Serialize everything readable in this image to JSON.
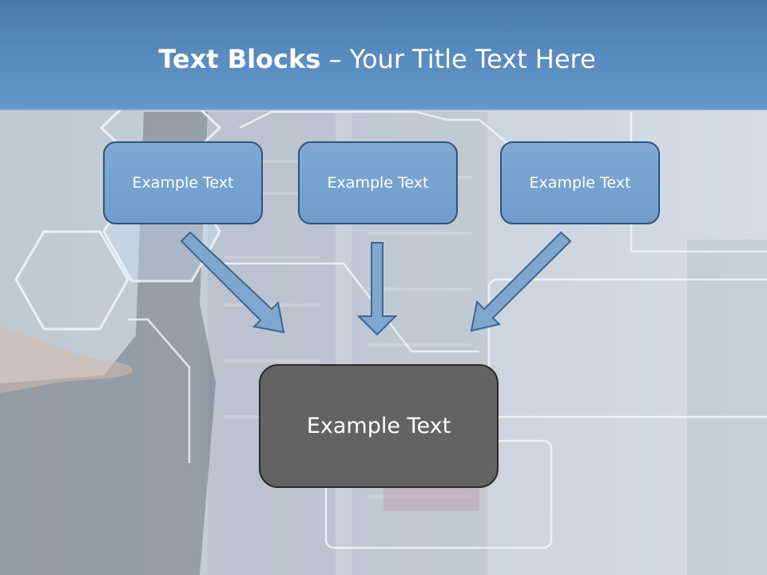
{
  "title": {
    "bold": "Text Blocks",
    "separator": "–",
    "rest": "Your Title Text Here"
  },
  "blocks": [
    {
      "label": "Example Text"
    },
    {
      "label": "Example Text"
    },
    {
      "label": "Example Text"
    }
  ],
  "main_block": {
    "label": "Example Text"
  },
  "colors": {
    "header": "#5a8cc0",
    "block_fill": "#7aa4cf",
    "block_border": "#2f5478",
    "main_fill": "#636363",
    "arrow_fill": "#7ea6cf",
    "arrow_stroke": "#3d668f"
  }
}
